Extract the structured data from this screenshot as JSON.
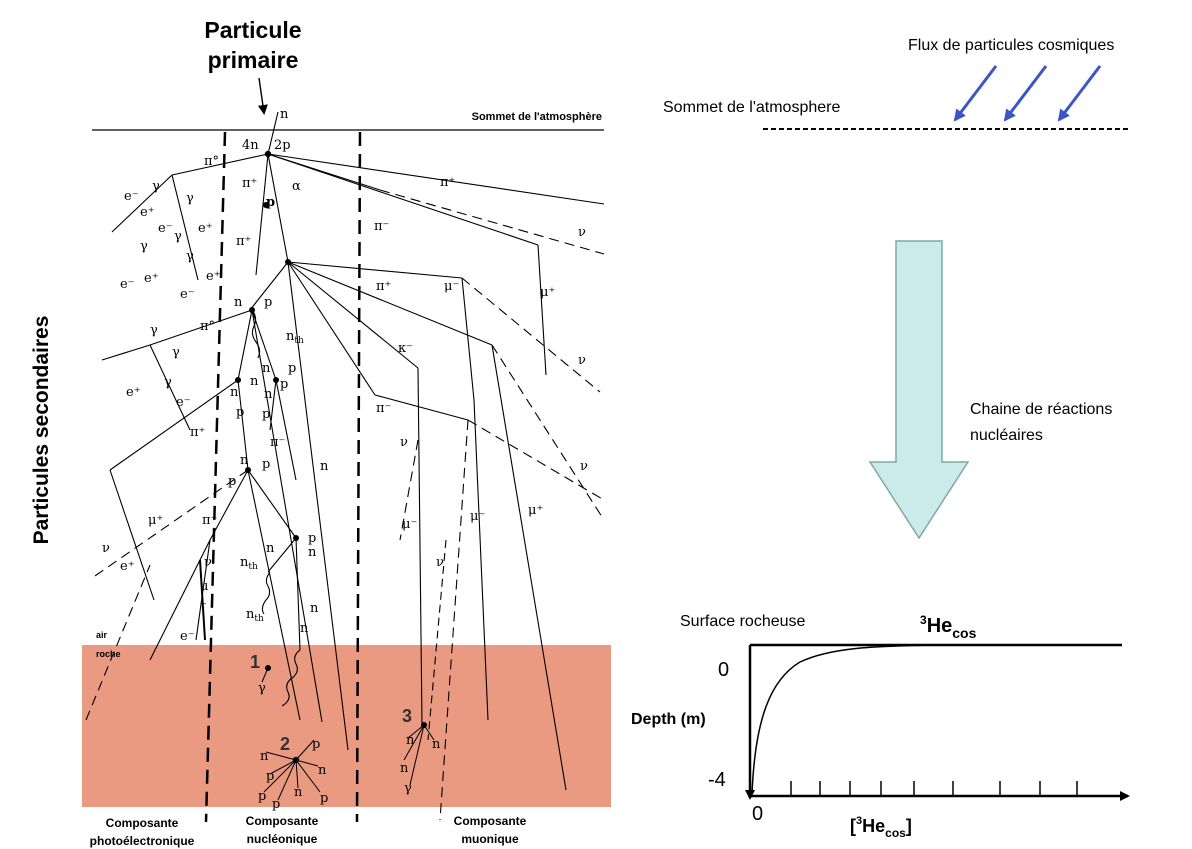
{
  "left": {
    "title_line1": "Particule",
    "title_line2": "primaire",
    "side_label": "Particules secondaires",
    "top_label": "Sommet de l'atmosphère",
    "air_label": "air",
    "rock_label": "roche",
    "rock_color": "#e99a80",
    "components": [
      {
        "line1": "Composante",
        "line2": "photoélectronique"
      },
      {
        "line1": "Composante",
        "line2": "nucléonique"
      },
      {
        "line1": "Composante",
        "line2": "muonique"
      }
    ],
    "markers": [
      "1",
      "2",
      "3"
    ]
  },
  "right": {
    "flux_label": "Flux de particules cosmiques",
    "top_label": "Sommet de l'atmosphere",
    "arrow_color_fill": "#cbeaea",
    "arrow_color_stroke": "#7fa8a8",
    "flux_arrow_color": "#3b55c4",
    "chain_line1": "Chaine de réactions",
    "chain_line2": "nucléaires",
    "surface_label": "Surface rocheuse",
    "he_label_sup": "3",
    "he_label_main": "He",
    "he_label_sub": "cos",
    "depth_label": "Depth (m)",
    "tick_0": "0",
    "tick_minus4": "-4",
    "x_zero": "0",
    "x_label_open": "[",
    "x_label_sup": "3",
    "x_label_main": "He",
    "x_label_sub": "cos",
    "x_label_close": "]"
  }
}
